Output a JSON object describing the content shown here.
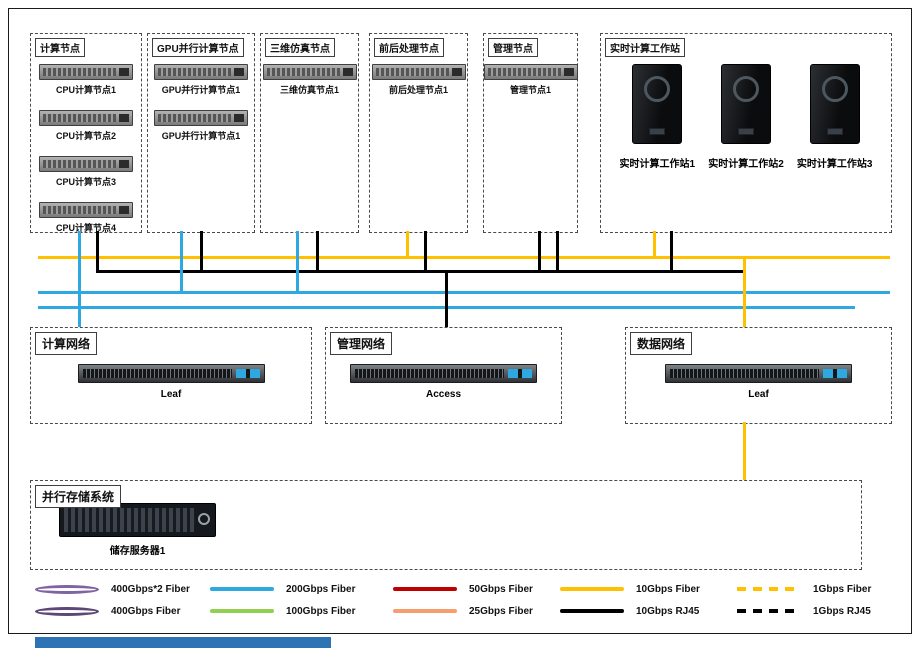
{
  "groups": [
    {
      "title": "计算节点",
      "nodes": [
        "CPU计算节点1",
        "CPU计算节点2",
        "CPU计算节点3",
        "CPU计算节点4"
      ]
    },
    {
      "title": "GPU并行计算节点",
      "nodes": [
        "GPU并行计算节点1",
        "GPU并行计算节点1"
      ]
    },
    {
      "title": "三维仿真节点",
      "nodes": [
        "三维仿真节点1"
      ]
    },
    {
      "title": "前后处理节点",
      "nodes": [
        "前后处理节点1"
      ]
    },
    {
      "title": "管理节点",
      "nodes": [
        "管理节点1"
      ]
    },
    {
      "title": "实时计算工作站",
      "nodes": [
        "实时计算工作站1",
        "实时计算工作站2",
        "实时计算工作站3"
      ]
    }
  ],
  "networks": [
    {
      "title": "计算网络",
      "device": "Leaf"
    },
    {
      "title": "管理网络",
      "device": "Access"
    },
    {
      "title": "数据网络",
      "device": "Leaf"
    }
  ],
  "storage": {
    "title": "并行存储系统",
    "server": "储存服务器1"
  },
  "buses": {
    "fiber_10g_color": "#FFC000",
    "rj45_10g_color": "#000000",
    "fiber_200g_color": "#2EA8E0"
  },
  "legend": [
    {
      "label": "400Gbps*2 Fiber",
      "color": "#8064A2",
      "style": "ellipse"
    },
    {
      "label": "200Gbps Fiber",
      "color": "#2EA8E0",
      "style": "solid"
    },
    {
      "label": "50Gbps Fiber",
      "color": "#C00000",
      "style": "solid"
    },
    {
      "label": "10Gbps Fiber",
      "color": "#FFC000",
      "style": "solid"
    },
    {
      "label": "1Gbps Fiber",
      "color": "#FFC000",
      "style": "dashed"
    },
    {
      "label": "400Gbps Fiber",
      "color": "#5C4776",
      "style": "ellipse"
    },
    {
      "label": "100Gbps Fiber",
      "color": "#92D050",
      "style": "solid"
    },
    {
      "label": "25Gbps Fiber",
      "color": "#F79E6E",
      "style": "solid"
    },
    {
      "label": "10Gbps RJ45",
      "color": "#000000",
      "style": "solid"
    },
    {
      "label": "1Gbps RJ45",
      "color": "#000000",
      "style": "dashed"
    }
  ]
}
